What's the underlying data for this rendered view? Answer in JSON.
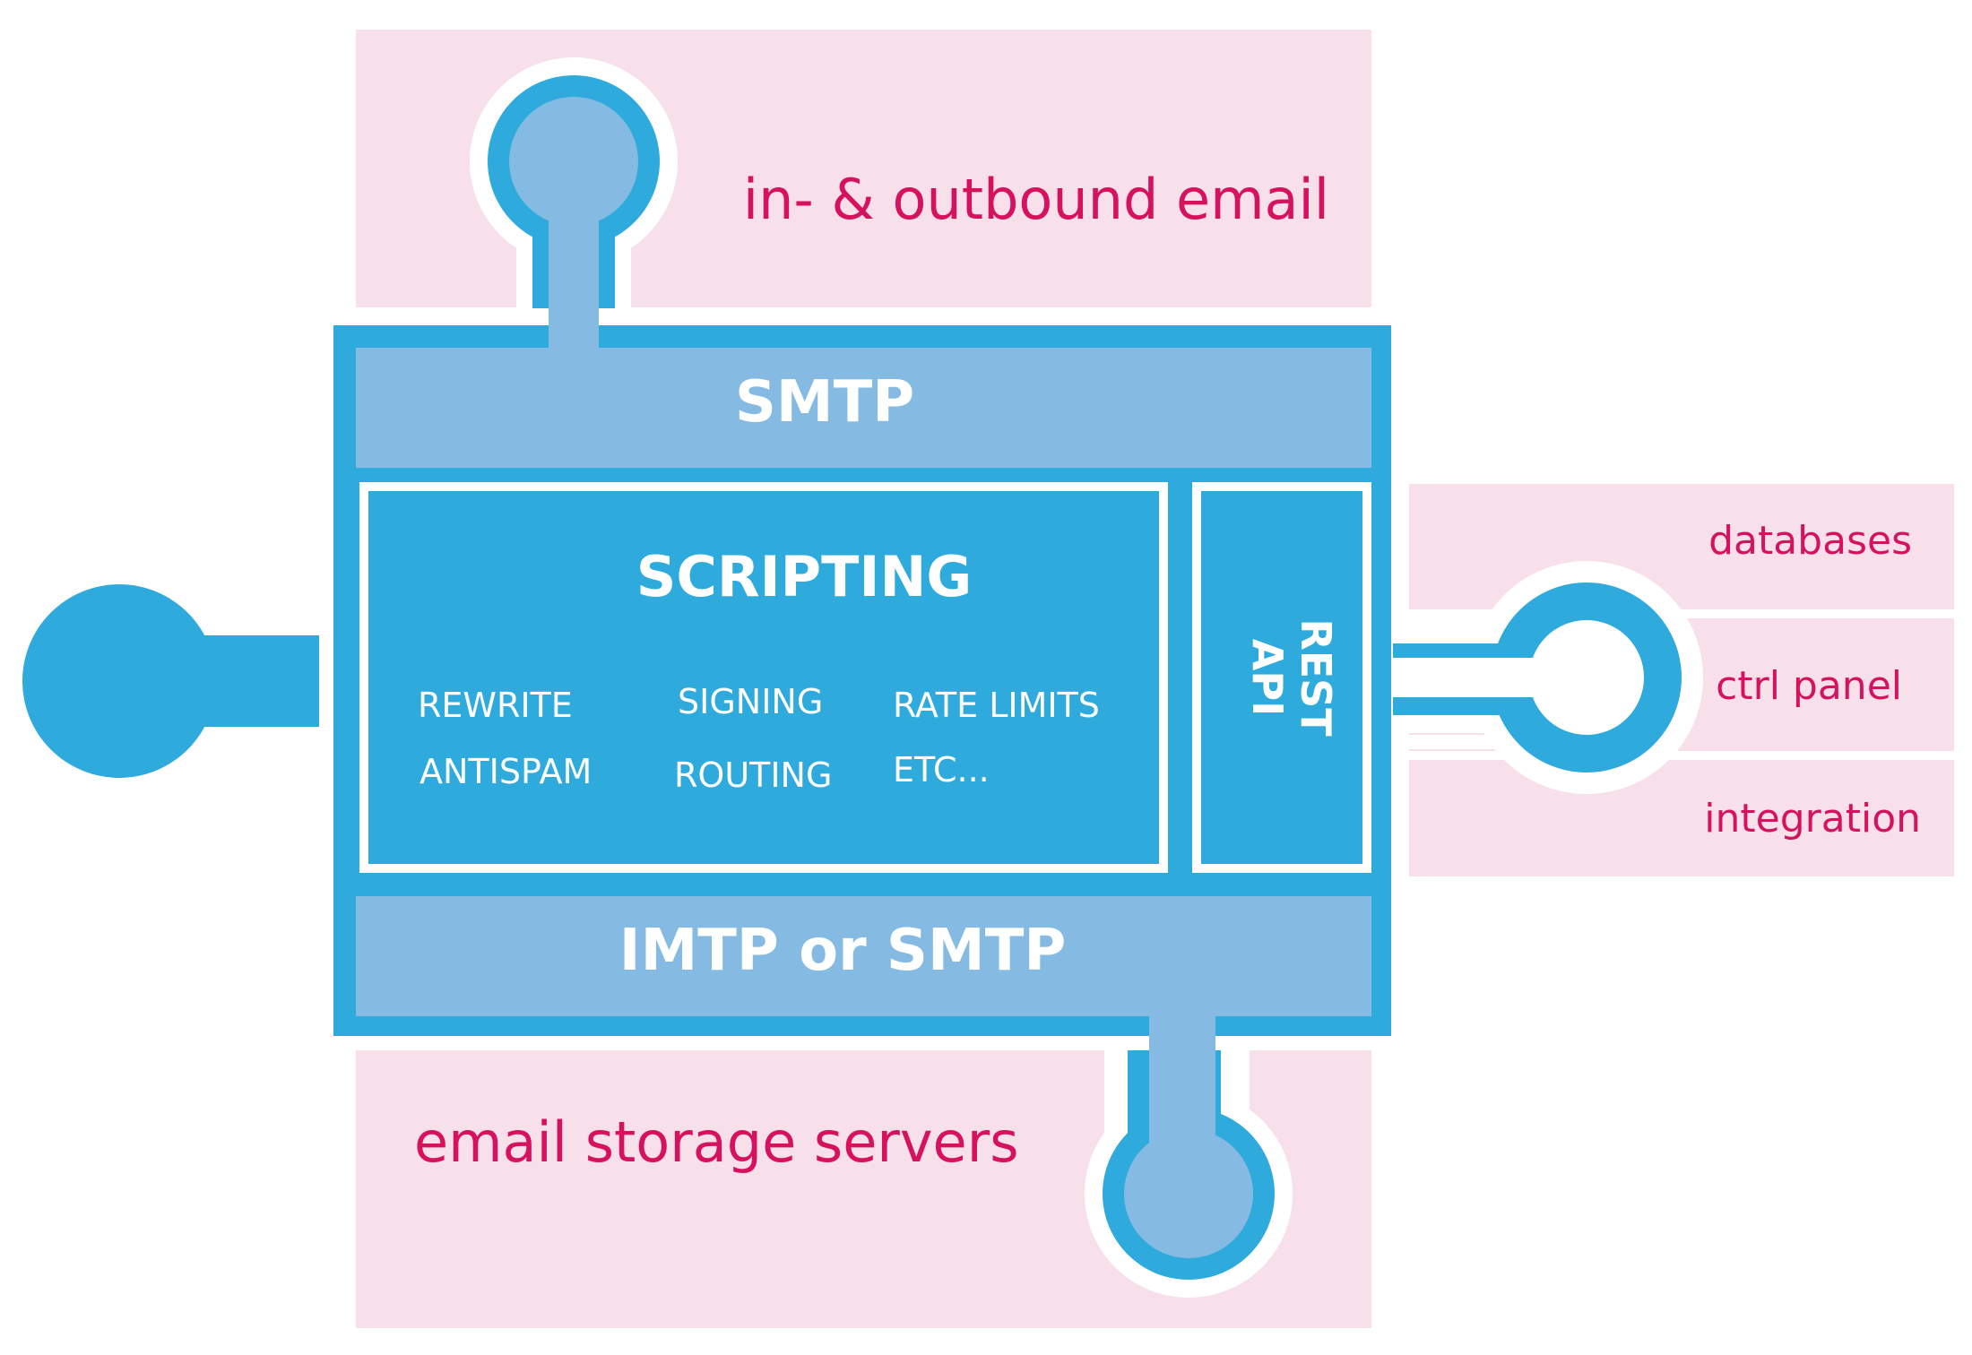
{
  "labels": {
    "inbound": "in- & outbound email",
    "storage": "email storage servers",
    "databases": "databases",
    "ctrl_panel": "ctrl panel",
    "integration": "integration"
  },
  "layers": {
    "top": "SMTP",
    "scripting": "SCRIPTING",
    "rest_line1": "REST",
    "rest_line2": "API",
    "bottom": "IMTP or SMTP"
  },
  "features": [
    "REWRITE",
    "SIGNING",
    "RATE LIMITS",
    "ANTISPAM",
    "ROUTING",
    "ETC..."
  ],
  "colors": {
    "pink_bg": "#f8e0ea",
    "pink_text": "#d6125f",
    "blue_dark": "#2eaadd",
    "blue_light": "#85bbe3",
    "white": "#ffffff"
  }
}
